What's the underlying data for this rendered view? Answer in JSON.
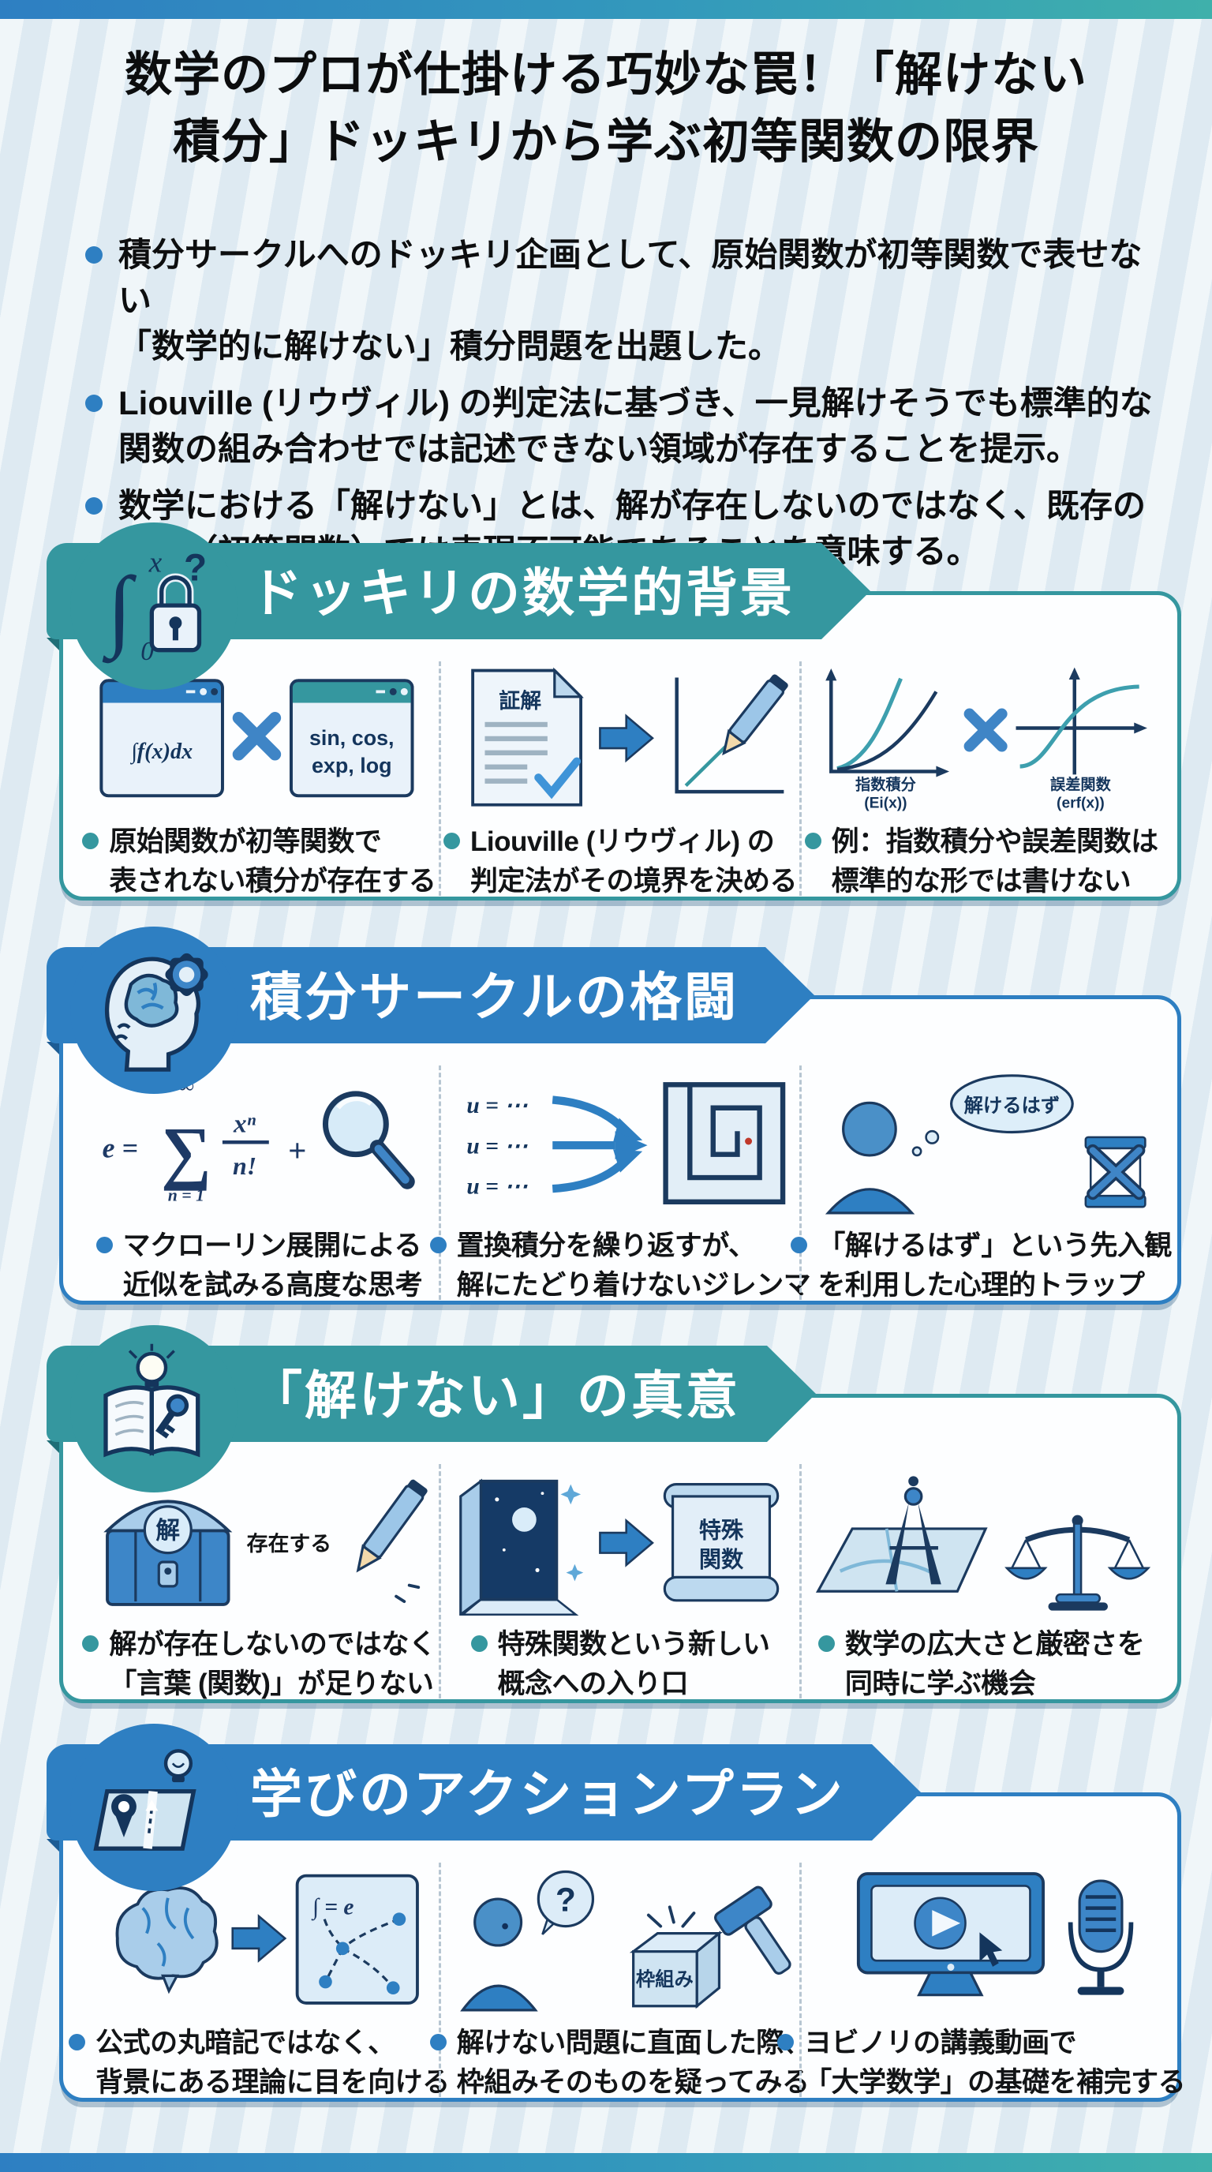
{
  "page": {
    "title": "数学のプロが仕掛ける巧妙な罠！「解けない\n積分」ドッキリから学ぶ初等関数の限界",
    "intro_bullets": [
      "積分サークルへのドッキリ企画として、原始関数が初等関数で表せない\n「数学的に解けない」積分問題を出題した。",
      "Liouville (リウヴィル) の判定法に基づき、一見解けそうでも標準的な\n関数の組み合わせでは記述できない領域が存在することを提示。",
      "数学における「解けない」とは、解が存在しないのではなく、既存の\n定義（初等関数）では表現不可能であることを意味する。"
    ]
  },
  "colors": {
    "teal": "#35979f",
    "blue": "#2e7fc2",
    "navy": "#1b3a5f",
    "background": "#e4eef4",
    "bar_gradient_start": "#2e7fc2",
    "bar_gradient_end": "#3fb0ab"
  },
  "sections": [
    {
      "title": "ドッキリの数学的背景",
      "theme": "teal",
      "badge": {
        "integral": "∫",
        "upper": "x",
        "lower": "0",
        "question": "?"
      },
      "columns": [
        {
          "caption": "原始関数が初等関数で\n表されない積分が存在する",
          "icon": {
            "formula": "∫f(x)dx",
            "functions_line1": "sin, cos,",
            "functions_line2": "exp, log"
          }
        },
        {
          "caption": "Liouville (リウヴィル) の\n判定法がその境界を決める",
          "icon": {
            "doc_title": "証解"
          }
        },
        {
          "caption": "例：指数積分や誤差関数は\n標準的な形では書けない",
          "icon": {
            "graph1_label1": "指数積分",
            "graph1_label2": "(Ei(x))",
            "graph2_label1": "誤差関数",
            "graph2_label2": "(erf(x))"
          }
        }
      ]
    },
    {
      "title": "積分サークルの格闘",
      "theme": "blue",
      "columns": [
        {
          "caption": "マクローリン展開による\n近似を試みる高度な思考",
          "icon": {
            "lhs": "e =",
            "sum_top": "∞",
            "sum": "∑",
            "sum_bottom": "n = 1",
            "frac_num": "xⁿ",
            "frac_den": "n!",
            "plus": "+"
          }
        },
        {
          "caption": "置換積分を繰り返すが、\n解にたどり着けないジレンマ",
          "icon": {
            "u1": "u = ⋯",
            "u2": "u = ⋯",
            "u3": "u = ⋯"
          }
        },
        {
          "caption": "「解けるはず」という先入観\nを利用した心理的トラップ",
          "icon": {
            "bubble_text": "解けるはず"
          }
        }
      ]
    },
    {
      "title": "「解けない」の真意",
      "theme": "teal",
      "columns": [
        {
          "caption": "解が存在しないのではなく\n「言葉 (関数)」が足りない",
          "icon": {
            "chest_label": "解",
            "exists_text": "存在する"
          }
        },
        {
          "caption": "特殊関数という新しい\n概念への入り口",
          "icon": {
            "scroll_line1": "特殊",
            "scroll_line2": "関数"
          }
        },
        {
          "caption": "数学の広大さと厳密さを\n同時に学ぶ機会",
          "icon": {}
        }
      ]
    },
    {
      "title": "学びのアクションプラン",
      "theme": "blue",
      "columns": [
        {
          "caption": "公式の丸暗記ではなく、\n背景にある理論に目を向ける",
          "icon": {
            "card_formula": "∫ = e"
          }
        },
        {
          "caption": "解けない問題に直面した際、\n枠組みそのものを疑ってみる",
          "icon": {
            "question_mark": "?",
            "box_label": "枠組み"
          }
        },
        {
          "caption": "ヨビノリの講義動画で\n「大学数学」の基礎を補完する",
          "icon": {}
        }
      ]
    }
  ]
}
